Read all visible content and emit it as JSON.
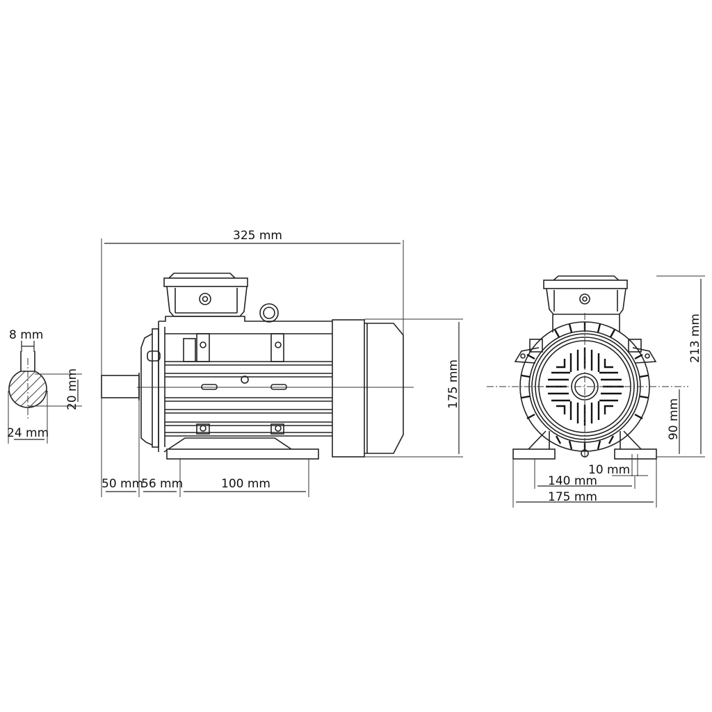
{
  "title": "Electric motor dimension drawing",
  "shaft_section": {
    "key_width": "8 mm",
    "key_depth": "20 mm",
    "shaft_diameter": "24 mm"
  },
  "side_view": {
    "overall_length": "325 mm",
    "height_to_fan_cover": "175 mm",
    "shaft_length": "50 mm",
    "shaft_to_foot": "56 mm",
    "foot_hole_spacing": "100 mm"
  },
  "front_view": {
    "overall_height": "213 mm",
    "shaft_center_height": "90 mm",
    "foot_hole_diameter": "10 mm",
    "foot_hole_spacing": "140 mm",
    "foot_width": "175 mm"
  },
  "colors": {
    "line": "#222222",
    "background": "#ffffff"
  }
}
